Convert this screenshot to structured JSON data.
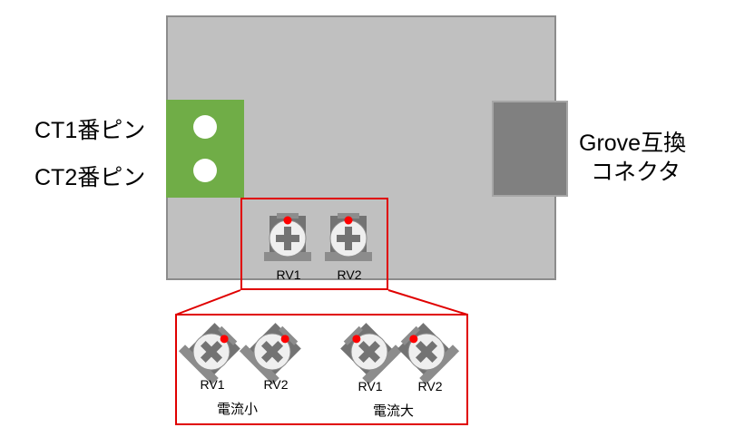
{
  "labels": {
    "ct1": "CT1番ピン",
    "ct2": "CT2番ピン",
    "grove_line1": "Grove互換",
    "grove_line2": "コネクタ"
  },
  "board_pots": [
    {
      "label": "RV1"
    },
    {
      "label": "RV2"
    }
  ],
  "detail": {
    "low_current": {
      "caption": "電流小",
      "pots": [
        {
          "label": "RV1"
        },
        {
          "label": "RV2"
        }
      ]
    },
    "high_current": {
      "caption": "電流大",
      "pots": [
        {
          "label": "RV1"
        },
        {
          "label": "RV2"
        }
      ]
    }
  },
  "colors": {
    "board": "#c0c0c0",
    "terminal": "#70ad47",
    "connector": "#808080",
    "highlight": "#e00000",
    "pot_body": "#737373",
    "indicator": "#ff0000"
  },
  "pot_rotation_deg": {
    "board": [
      0,
      0
    ],
    "low_current": [
      45,
      45
    ],
    "high_current": [
      -45,
      -45
    ]
  }
}
